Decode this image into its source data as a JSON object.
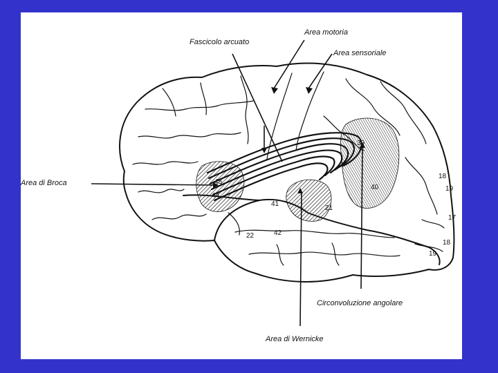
{
  "labels": {
    "area_motoria": "Area motoria",
    "fascicolo_arcuato": "Fascicolo arcuato",
    "area_sensoriale": "Area sensoriale",
    "area_broca": "Area di Broca",
    "circonvoluzione_angolare": "Circonvoluzione angolare",
    "area_wernicke": "Area di Wernicke"
  },
  "brodmann_numbers": {
    "n44": "44",
    "n45": "45",
    "n39": "39",
    "n40": "40",
    "n41": "41",
    "n21": "21",
    "n22": "22",
    "n42": "42",
    "n18a": "18",
    "n18b": "18",
    "n19a": "19",
    "n17": "17",
    "n19b": "19"
  },
  "colors": {
    "slide_background": "#3333cc",
    "figure_background": "#ffffff",
    "ink": "#111111"
  }
}
